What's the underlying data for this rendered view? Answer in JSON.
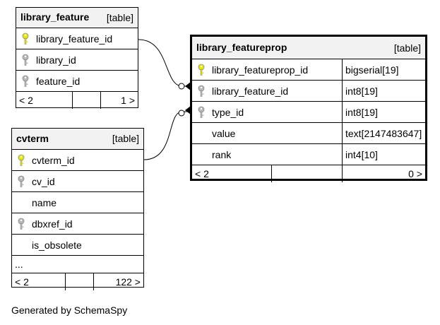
{
  "tables": {
    "library_feature": {
      "name": "library_feature",
      "kind": "[table]",
      "columns": [
        {
          "name": "library_feature_id",
          "key": "primary"
        },
        {
          "name": "library_id",
          "key": "foreign"
        },
        {
          "name": "feature_id",
          "key": "foreign"
        }
      ],
      "footer": {
        "left": "< 2",
        "right": "1 >"
      }
    },
    "cvterm": {
      "name": "cvterm",
      "kind": "[table]",
      "columns": [
        {
          "name": "cvterm_id",
          "key": "primary"
        },
        {
          "name": "cv_id",
          "key": "foreign"
        },
        {
          "name": "name",
          "key": "none"
        },
        {
          "name": "dbxref_id",
          "key": "foreign"
        },
        {
          "name": "is_obsolete",
          "key": "none"
        }
      ],
      "ellipsis": "...",
      "footer": {
        "left": "< 2",
        "right": "122 >"
      }
    },
    "library_featureprop": {
      "name": "library_featureprop",
      "kind": "[table]",
      "columns": [
        {
          "name": "library_featureprop_id",
          "key": "primary",
          "type": "bigserial[19]"
        },
        {
          "name": "library_feature_id",
          "key": "foreign",
          "type": "int8[19]"
        },
        {
          "name": "type_id",
          "key": "foreign",
          "type": "int8[19]"
        },
        {
          "name": "value",
          "key": "none",
          "type": "text[2147483647]"
        },
        {
          "name": "rank",
          "key": "none",
          "type": "int4[10]"
        }
      ],
      "footer": {
        "left": "< 2",
        "right": "0 >"
      }
    }
  },
  "key_colors": {
    "primary": "#e8e800",
    "foreign": "#b8b8b8"
  },
  "generated_by": "Generated by SchemaSpy"
}
